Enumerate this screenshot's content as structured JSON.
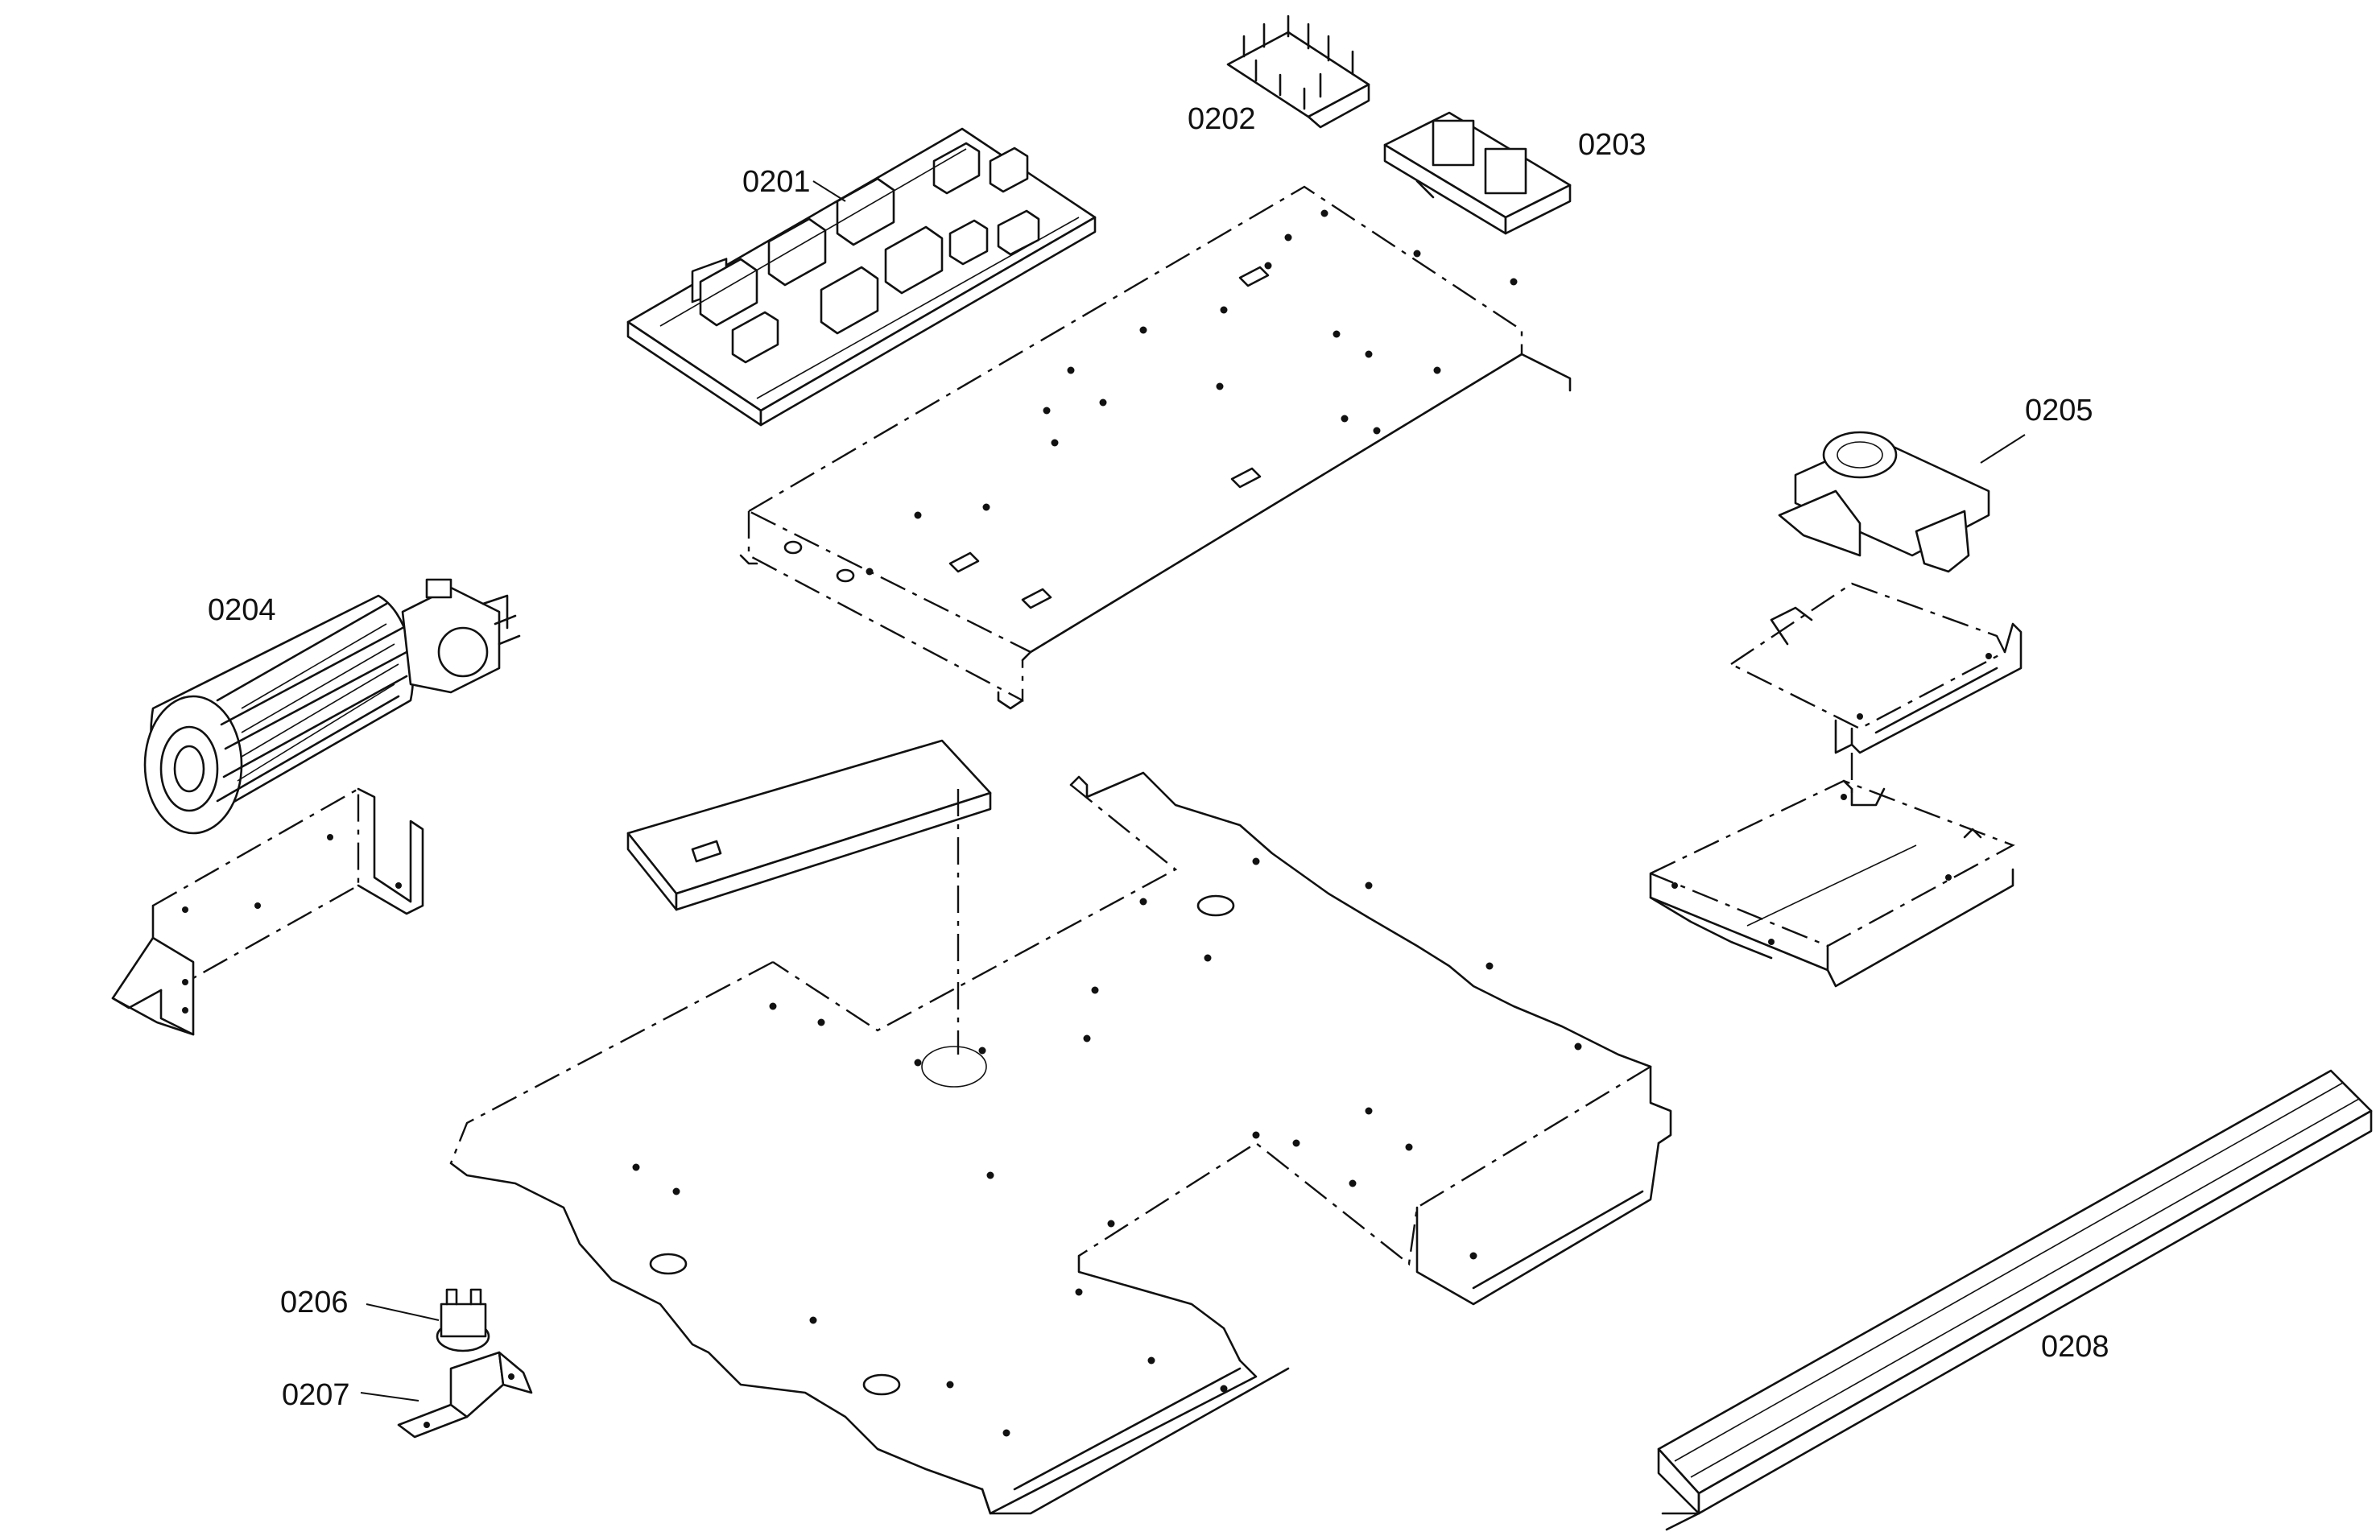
{
  "labels": {
    "p0201": "0201",
    "p0202": "0202",
    "p0203": "0203",
    "p0204": "0204",
    "p0205": "0205",
    "p0206": "0206",
    "p0207": "0207",
    "p0208": "0208"
  }
}
